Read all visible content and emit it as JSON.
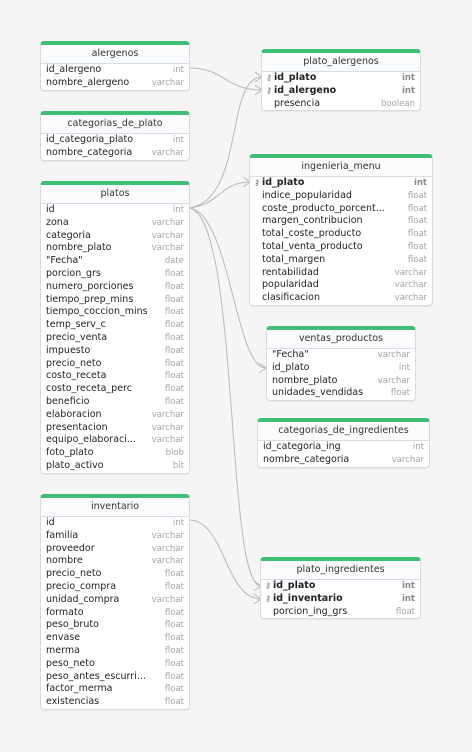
{
  "colors": {
    "header_accent": "#3fbf74",
    "connector": "#b8b8b8",
    "background": "#f5f5f5"
  },
  "icons": {
    "primary_key": "key-icon"
  },
  "tables": [
    {
      "id": "alergenos",
      "title": "alergenos",
      "keyed": false,
      "columns": [
        {
          "name": "id_alergeno",
          "type": "int",
          "pk": false
        },
        {
          "name": "nombre_alergeno",
          "type": "varchar",
          "pk": false
        }
      ]
    },
    {
      "id": "categorias_de_plato",
      "title": "categorias_de_plato",
      "keyed": false,
      "columns": [
        {
          "name": "id_categoria_plato",
          "type": "int",
          "pk": false
        },
        {
          "name": "nombre_categoria",
          "type": "varchar",
          "pk": false
        }
      ]
    },
    {
      "id": "platos",
      "title": "platos",
      "keyed": false,
      "columns": [
        {
          "name": "id",
          "type": "int",
          "pk": false
        },
        {
          "name": "zona",
          "type": "varchar",
          "pk": false
        },
        {
          "name": "categoria",
          "type": "varchar",
          "pk": false
        },
        {
          "name": "nombre_plato",
          "type": "varchar",
          "pk": false
        },
        {
          "name": "\"Fecha\"",
          "type": "date",
          "pk": false
        },
        {
          "name": "porcion_grs",
          "type": "float",
          "pk": false
        },
        {
          "name": "numero_porciones",
          "type": "float",
          "pk": false
        },
        {
          "name": "tiempo_prep_mins",
          "type": "float",
          "pk": false
        },
        {
          "name": "tiempo_coccion_mins",
          "type": "float",
          "pk": false
        },
        {
          "name": "temp_serv_c",
          "type": "float",
          "pk": false
        },
        {
          "name": "precio_venta",
          "type": "float",
          "pk": false
        },
        {
          "name": "impuesto",
          "type": "float",
          "pk": false
        },
        {
          "name": "precio_neto",
          "type": "float",
          "pk": false
        },
        {
          "name": "costo_receta",
          "type": "float",
          "pk": false
        },
        {
          "name": "costo_receta_perc",
          "type": "float",
          "pk": false
        },
        {
          "name": "beneficio",
          "type": "float",
          "pk": false
        },
        {
          "name": "elaboracion",
          "type": "varchar",
          "pk": false
        },
        {
          "name": "presentacion",
          "type": "varchar",
          "pk": false
        },
        {
          "name": "equipo_elaboraci...",
          "type": "varchar",
          "pk": false
        },
        {
          "name": "foto_plato",
          "type": "blob",
          "pk": false
        },
        {
          "name": "plato_activo",
          "type": "bit",
          "pk": false
        }
      ]
    },
    {
      "id": "inventario",
      "title": "inventario",
      "keyed": false,
      "columns": [
        {
          "name": "id",
          "type": "int",
          "pk": false
        },
        {
          "name": "familia",
          "type": "varchar",
          "pk": false
        },
        {
          "name": "proveedor",
          "type": "varchar",
          "pk": false
        },
        {
          "name": "nombre",
          "type": "varchar",
          "pk": false
        },
        {
          "name": "precio_neto",
          "type": "float",
          "pk": false
        },
        {
          "name": "precio_compra",
          "type": "float",
          "pk": false
        },
        {
          "name": "unidad_compra",
          "type": "varchar",
          "pk": false
        },
        {
          "name": "formato",
          "type": "float",
          "pk": false
        },
        {
          "name": "peso_bruto",
          "type": "float",
          "pk": false
        },
        {
          "name": "envase",
          "type": "float",
          "pk": false
        },
        {
          "name": "merma",
          "type": "float",
          "pk": false
        },
        {
          "name": "peso_neto",
          "type": "float",
          "pk": false
        },
        {
          "name": "peso_antes_escurri...",
          "type": "float",
          "pk": false
        },
        {
          "name": "factor_merma",
          "type": "float",
          "pk": false
        },
        {
          "name": "existencias",
          "type": "float",
          "pk": false
        }
      ]
    },
    {
      "id": "plato_alergenos",
      "title": "plato_alergenos",
      "keyed": true,
      "columns": [
        {
          "name": "id_plato",
          "type": "int",
          "pk": true
        },
        {
          "name": "id_alergeno",
          "type": "int",
          "pk": true
        },
        {
          "name": "presencia",
          "type": "boolean",
          "pk": false
        }
      ]
    },
    {
      "id": "ingenieria_menu",
      "title": "ingenieria_menu",
      "keyed": true,
      "columns": [
        {
          "name": "id_plato",
          "type": "int",
          "pk": true
        },
        {
          "name": "indice_popularidad",
          "type": "float",
          "pk": false
        },
        {
          "name": "coste_producto_porcent...",
          "type": "float",
          "pk": false
        },
        {
          "name": "margen_contribucion",
          "type": "float",
          "pk": false
        },
        {
          "name": "total_coste_producto",
          "type": "float",
          "pk": false
        },
        {
          "name": "total_venta_producto",
          "type": "float",
          "pk": false
        },
        {
          "name": "total_margen",
          "type": "float",
          "pk": false
        },
        {
          "name": "rentabilidad",
          "type": "varchar",
          "pk": false
        },
        {
          "name": "popularidad",
          "type": "varchar",
          "pk": false
        },
        {
          "name": "clasificacion",
          "type": "varchar",
          "pk": false
        }
      ]
    },
    {
      "id": "ventas_productos",
      "title": "ventas_productos",
      "keyed": false,
      "columns": [
        {
          "name": "\"Fecha\"",
          "type": "varchar",
          "pk": false
        },
        {
          "name": "id_plato",
          "type": "int",
          "pk": false
        },
        {
          "name": "nombre_plato",
          "type": "varchar",
          "pk": false
        },
        {
          "name": "unidades_vendidas",
          "type": "float",
          "pk": false
        }
      ]
    },
    {
      "id": "categorias_de_ingredientes",
      "title": "categorias_de_ingredientes",
      "keyed": false,
      "columns": [
        {
          "name": "id_categoria_ing",
          "type": "int",
          "pk": false
        },
        {
          "name": "nombre_categoria",
          "type": "varchar",
          "pk": false
        }
      ]
    },
    {
      "id": "plato_ingredientes",
      "title": "plato_ingredientes",
      "keyed": true,
      "columns": [
        {
          "name": "id_plato",
          "type": "int",
          "pk": true
        },
        {
          "name": "id_inventario",
          "type": "int",
          "pk": true
        },
        {
          "name": "porcion_ing_grs",
          "type": "float",
          "pk": false
        }
      ]
    }
  ]
}
